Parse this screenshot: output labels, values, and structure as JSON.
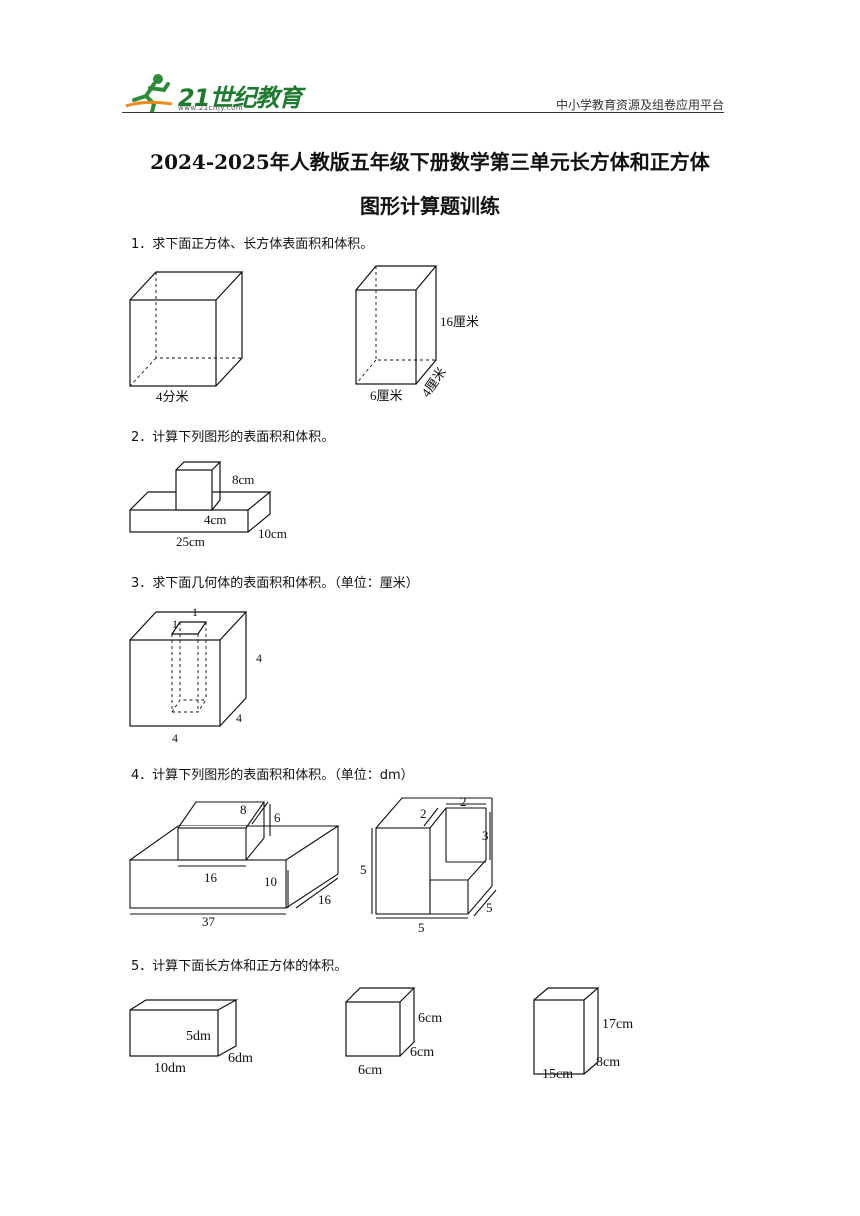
{
  "header": {
    "logo_text": "21世纪教育",
    "logo_url": "www.21cnjy.com",
    "platform": "中小学教育资源及组卷应用平台"
  },
  "title": {
    "line1": "2024-2025年人教版五年级下册数学第三单元长方体和正方体",
    "line2": "图形计算题训练"
  },
  "questions": [
    {
      "text": "1．求下面正方体、长方体表面积和体积。",
      "labels": {
        "cube": "4分米",
        "length": "6厘米",
        "height": "16厘米",
        "width": "4厘米"
      }
    },
    {
      "text": "2．计算下列图形的表面积和体积。",
      "labels": {
        "top": "8cm",
        "mid": "4cm",
        "base": "25cm",
        "depth": "10cm"
      }
    },
    {
      "text": "3．求下面几何体的表面积和体积。（单位：厘米）",
      "labels": {
        "hole_a": "1",
        "hole_b": "1",
        "height": "4",
        "depth": "4",
        "width": "4"
      }
    },
    {
      "text": "4．计算下列图形的表面积和体积。（单位：dm）",
      "labels": {
        "a_top_depth": "8",
        "a_top_h": "6",
        "a_top_w": "16",
        "a_base_h": "10",
        "a_base_w": "37",
        "a_base_d": "16",
        "b_top_d": "2",
        "b_top_w": "2",
        "b_top_h": "3",
        "b_h": "5",
        "b_w": "5",
        "b_d": "5"
      }
    },
    {
      "text": "5．计算下面长方体和正方体的体积。",
      "labels": {
        "a_h": "5dm",
        "a_w": "10dm",
        "a_d": "6dm",
        "b_h": "6cm",
        "b_d": "6cm",
        "b_w": "6cm",
        "c_h": "17cm",
        "c_d": "8cm",
        "c_w": "15cm"
      }
    }
  ]
}
